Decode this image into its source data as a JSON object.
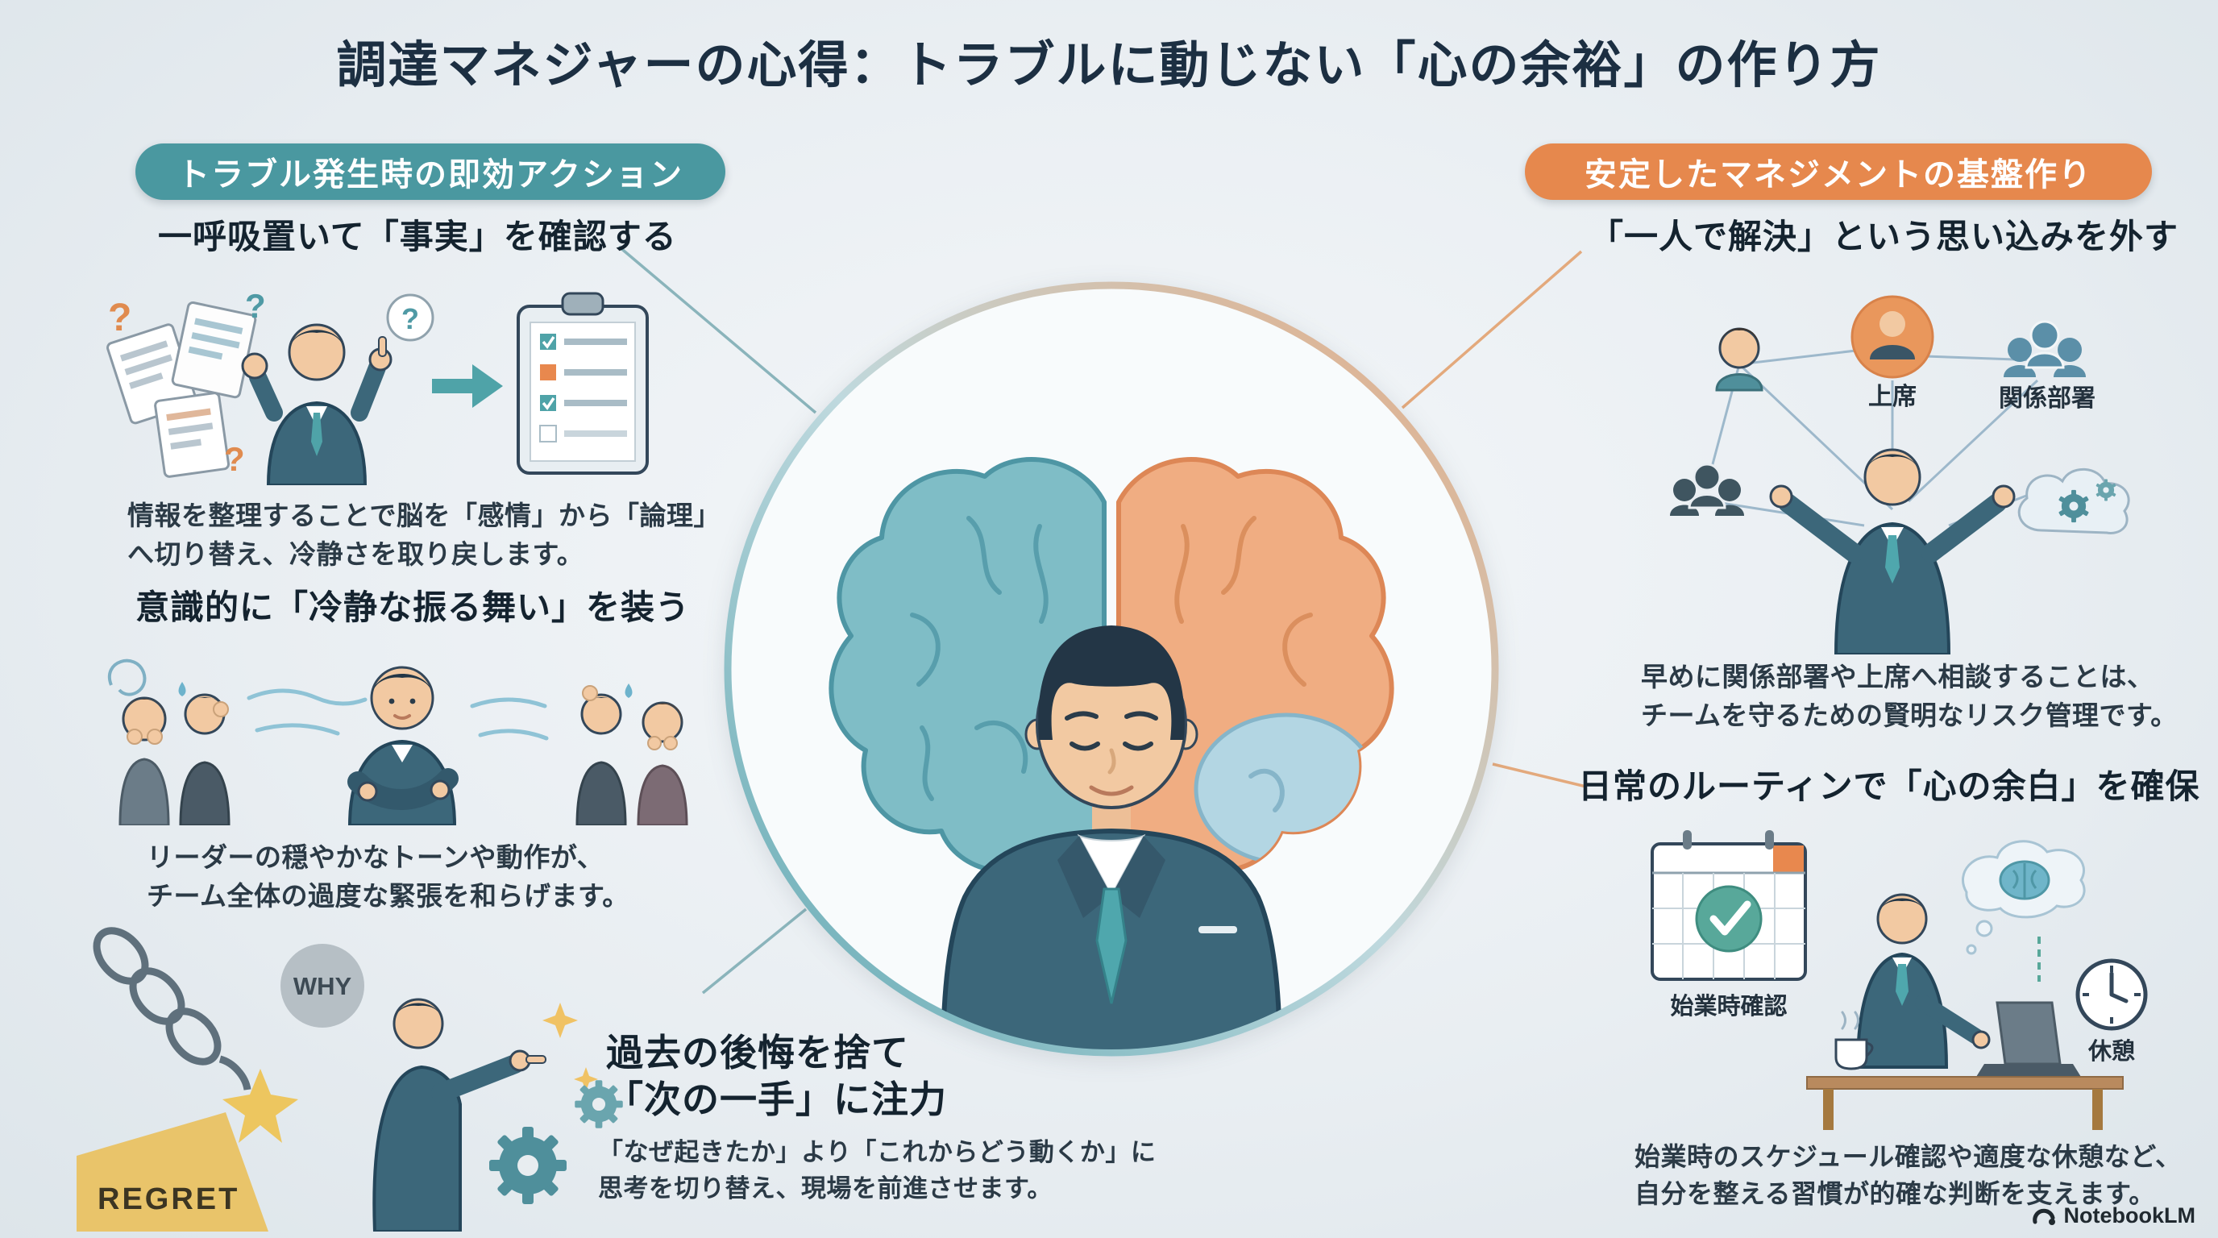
{
  "title": "調達マネジャーの心得：トラブルに動じない「心の余裕」の作り方",
  "colors": {
    "background": "#e9eef2",
    "teal_badge": "#4a98a0",
    "orange_badge": "#e6884d",
    "title_text": "#1c2f42",
    "brain_left": "#7fbdc6",
    "brain_right": "#f0ad82",
    "suit": "#3c677a"
  },
  "left_section": {
    "badge": "トラブル発生時の即効アクション",
    "items": [
      {
        "heading": "一呼吸置いて「事実」を確認する",
        "caption": "情報を整理することで脳を「感情」から「論理」\nへ切り替え、冷静さを取り戻します。",
        "question_mark": "?"
      },
      {
        "heading": "意識的に「冷静な振る舞い」を装う",
        "caption": "リーダーの穏やかなトーンや動作が、\nチーム全体の過度な緊張を和らげます。"
      },
      {
        "heading": "過去の後悔を捨て\n「次の一手」に注力",
        "caption": "「なぜ起きたか」より「これからどう動くか」に\n思考を切り替え、現場を前進させます。",
        "why_label": "WHY",
        "regret_label": "REGRET"
      }
    ]
  },
  "right_section": {
    "badge": "安定したマネジメントの基盤作り",
    "items": [
      {
        "heading": "「一人で解決」という思い込みを外す",
        "caption": "早めに関係部署や上席へ相談することは、\nチームを守るための賢明なリスク管理です。",
        "superior_label": "上席",
        "departments_label": "関係部署"
      },
      {
        "heading": "日常のルーティンで「心の余白」を確保",
        "caption": "始業時のスケジュール確認や適度な休憩など、\n自分を整える習慣が的確な判断を支えます。",
        "morning_label": "始業時確認",
        "break_label": "休憩"
      }
    ]
  },
  "footer": {
    "brand": "NotebookLM"
  }
}
